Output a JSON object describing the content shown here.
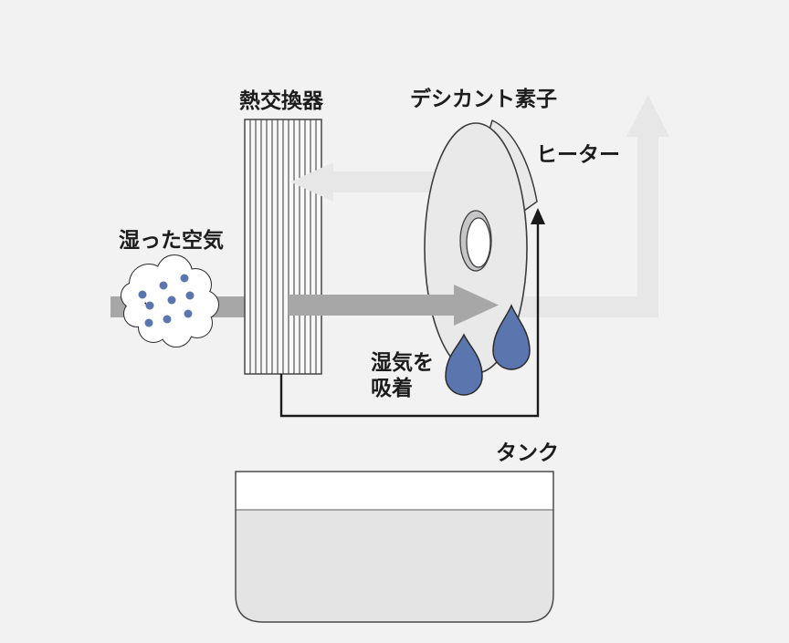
{
  "diagram": {
    "type": "desiccant-dehumidifier-mechanism",
    "labels": {
      "heat_exchanger": "熱交換器",
      "desiccant_element": "デシカント素子",
      "heater": "ヒーター",
      "moist_air": "湿った空気",
      "absorb_moisture_line1": "湿気を",
      "absorb_moisture_line2": "吸着",
      "tank": "タンク"
    },
    "colors": {
      "background": "#f2f2f3",
      "light_air_arrow": "#e7e7e8",
      "moist_air_arrow": "#a7a7a8",
      "water_blue": "#5b76ae",
      "component_fill": "#e9e9ea",
      "component_outline": "#3c3c3c",
      "hub_ring": "#c6c6c8",
      "tank_water": "#e4e4e5",
      "loop_line": "#1a1a1a"
    }
  }
}
